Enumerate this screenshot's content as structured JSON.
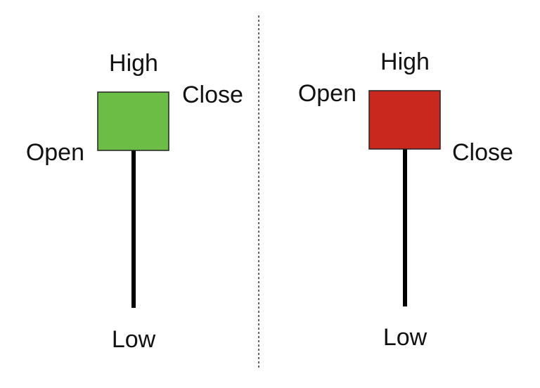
{
  "colors": {
    "bullish_body": "#6cbd45",
    "bearish_body": "#c8281e",
    "wick": "#000000",
    "outline": "#222222",
    "divider": "#333333"
  },
  "left_candle": {
    "high_label": "High",
    "close_label": "Close",
    "open_label": "Open",
    "low_label": "Low"
  },
  "right_candle": {
    "high_label": "High",
    "open_label": "Open",
    "close_label": "Close",
    "low_label": "Low"
  }
}
